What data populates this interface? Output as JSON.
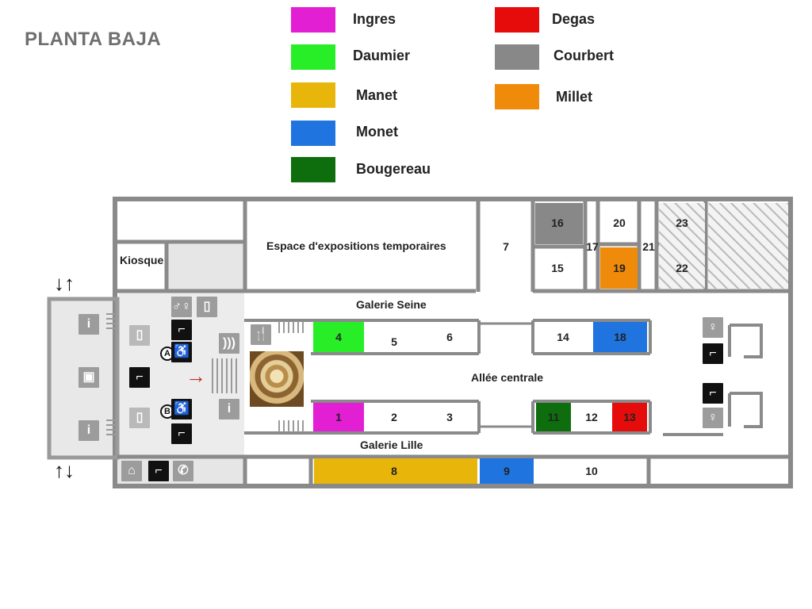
{
  "title": "PLANTA BAJA",
  "legend": [
    {
      "name": "Ingres",
      "color": "#e21fd3"
    },
    {
      "name": "Daumier",
      "color": "#28ee28"
    },
    {
      "name": "Manet",
      "color": "#e8b60a"
    },
    {
      "name": "Monet",
      "color": "#1f74e0"
    },
    {
      "name": "Bougereau",
      "color": "#0e6e0e"
    },
    {
      "name": "Degas",
      "color": "#e60c0c"
    },
    {
      "name": "Courbert",
      "color": "#888888"
    },
    {
      "name": "Millet",
      "color": "#f08a0a"
    }
  ],
  "areas": {
    "kiosque": "Kiosque",
    "temporary_exhibitions": "Espace d'expositions temporaires",
    "galerie_seine": "Galerie Seine",
    "allee_centrale": "Allée centrale",
    "galerie_lille": "Galerie Lille"
  },
  "rooms": {
    "r1": "1",
    "r2": "2",
    "r3": "3",
    "r4": "4",
    "r5": "5",
    "r6": "6",
    "r7": "7",
    "r8": "8",
    "r9": "9",
    "r10": "10",
    "r11": "11",
    "r12": "12",
    "r13": "13",
    "r14": "14",
    "r15": "15",
    "r16": "16",
    "r17": "17",
    "r18": "18",
    "r19": "19",
    "r20": "20",
    "r21": "21",
    "r22": "22",
    "r23": "23"
  },
  "signs": {
    "info": "i",
    "entrance_a": "A",
    "entrance_b": "B",
    "up_down_arrows": "↓↑",
    "up_down_arrows_bottom": "↑↓",
    "direction_arrow": "→",
    "wc": "WC"
  }
}
